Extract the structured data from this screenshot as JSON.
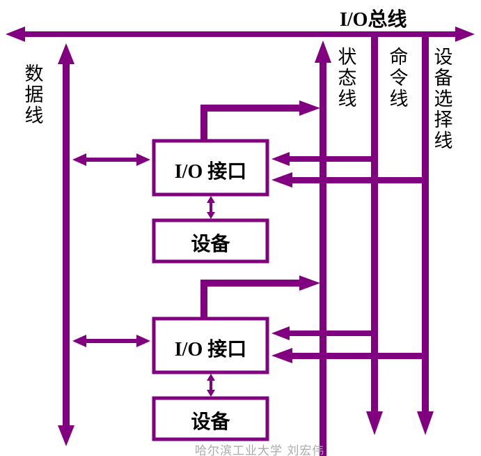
{
  "bus_title": "I/O总线",
  "lines": {
    "data": "数据线",
    "status": "状态线",
    "command": "命令线",
    "device_select": "设备选择线"
  },
  "units": [
    {
      "interface": "I/O 接口",
      "device": "设备"
    },
    {
      "interface": "I/O 接口",
      "device": "设备"
    }
  ],
  "watermark": "哈尔滨工业大学  刘宏伟",
  "colors": {
    "bus": "#800080",
    "text": "#000000"
  }
}
